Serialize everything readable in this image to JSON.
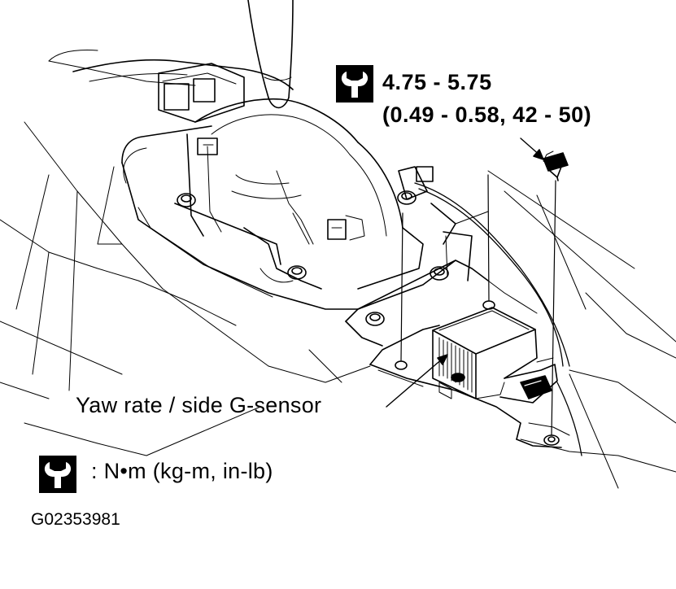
{
  "torque": {
    "primary": "4.75 - 5.75",
    "secondary": "(0.49 - 0.58, 42 - 50)"
  },
  "callouts": {
    "sensor": "Yaw rate / side G-sensor"
  },
  "legend": {
    "units": ":  N•m  (kg-m,  in-lb)",
    "icon": "torque-wrench-icon"
  },
  "figure": {
    "id": "G02353981"
  }
}
